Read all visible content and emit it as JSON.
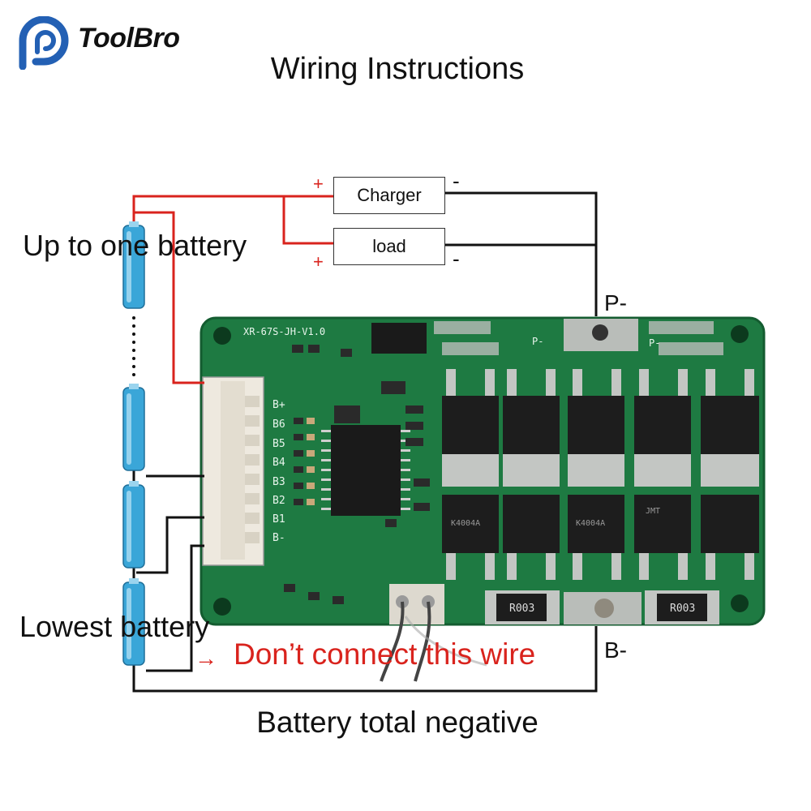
{
  "logo": {
    "text": "ToolBro"
  },
  "title": "Wiring Instructions",
  "charger": {
    "label": "Charger",
    "plus": "+",
    "minus": "-"
  },
  "load": {
    "label": "load",
    "plus": "+",
    "minus": "-"
  },
  "labels": {
    "up_to_one_battery": "Up to one battery",
    "lowest_battery": "Lowest battery",
    "dont_connect": "Don’t connect this wire",
    "arrow": "→",
    "battery_total_negative": "Battery total negative",
    "p_minus": "P-",
    "b_minus": "B-"
  },
  "board": {
    "model": "XR-67S-JH-V1.0",
    "pins": [
      "B+",
      "B6",
      "B5",
      "B4",
      "B3",
      "B2",
      "B1",
      "B-"
    ],
    "silk_p_minus": "P-",
    "resistor_marks": [
      "R003",
      "R003"
    ],
    "mosfet_mark": "K4004A",
    "mosfet_brand": "JMT"
  },
  "colors": {
    "red_wire": "#d9231d",
    "black_wire": "#111111",
    "pcb": "#1e7a42",
    "battery": "#3aa6d8",
    "logo_blue": "#2360b4"
  }
}
